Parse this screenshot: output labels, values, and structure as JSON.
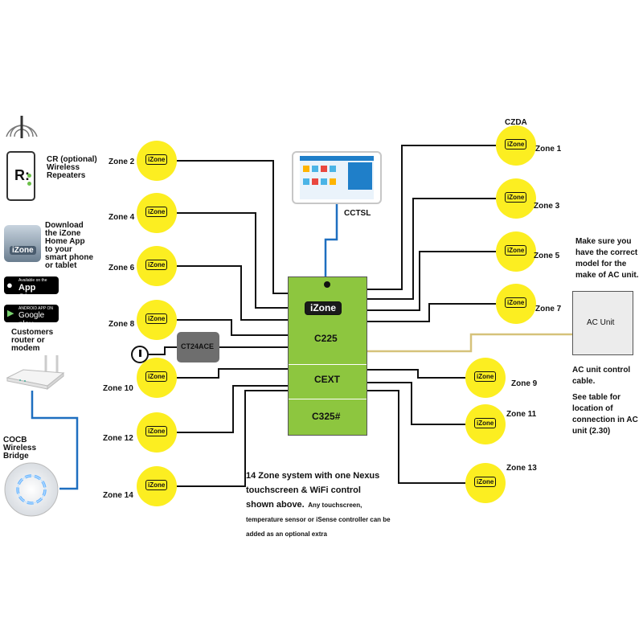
{
  "brand": "iZone",
  "colors": {
    "zone_yellow": "#fcee21",
    "controller_green": "#8dc63f",
    "wire_black": "#111111",
    "wire_blue": "#1e6fc0",
    "wire_tan": "#d6c27a",
    "ct_grey": "#6e6e6e",
    "ac_fill": "#ececec"
  },
  "zones": [
    {
      "id": "zone-1",
      "label": "Zone 1"
    },
    {
      "id": "zone-2",
      "label": "Zone 2"
    },
    {
      "id": "zone-3",
      "label": "Zone 3"
    },
    {
      "id": "zone-4",
      "label": "Zone 4"
    },
    {
      "id": "zone-5",
      "label": "Zone 5"
    },
    {
      "id": "zone-6",
      "label": "Zone 6"
    },
    {
      "id": "zone-7",
      "label": "Zone 7"
    },
    {
      "id": "zone-8",
      "label": "Zone 8"
    },
    {
      "id": "zone-9",
      "label": "Zone 9"
    },
    {
      "id": "zone-10",
      "label": "Zone 10"
    },
    {
      "id": "zone-11",
      "label": "Zone 11"
    },
    {
      "id": "zone-12",
      "label": "Zone 12"
    },
    {
      "id": "zone-13",
      "label": "Zone 13"
    },
    {
      "id": "zone-14",
      "label": "Zone 14"
    }
  ],
  "labels": {
    "czda": "CZDA",
    "cctsl": "CCTSL",
    "controller_c225": "C225",
    "controller_cext": "CEXT",
    "controller_c325": "C325#",
    "ct24ace": "CT24ACE",
    "ac_unit": "AC Unit"
  },
  "left": {
    "repeater_letter": "R:",
    "repeater_text": "CR (optional) Wireless Repeaters",
    "app_text": "Download the iZone Home App to your smart phone or tablet",
    "appstore_small": "Available on the",
    "appstore_big": "App Store",
    "gplay_small": "ANDROID APP ON",
    "gplay_big": "Google play",
    "router_text": "Customers router or modem",
    "bridge_text": "COCB Wireless Bridge"
  },
  "notes": {
    "model": "Make sure you have the correct model for the make of AC unit.",
    "cable": "AC unit control cable.",
    "table": "See table for location of connection in AC unit (2.30)",
    "system_main": "14 Zone system with one Nexus touchscreen & WiFi control shown above.",
    "system_small": "Any touchscreen, temperature sensor or iSense controller can be added as an optional extra"
  }
}
